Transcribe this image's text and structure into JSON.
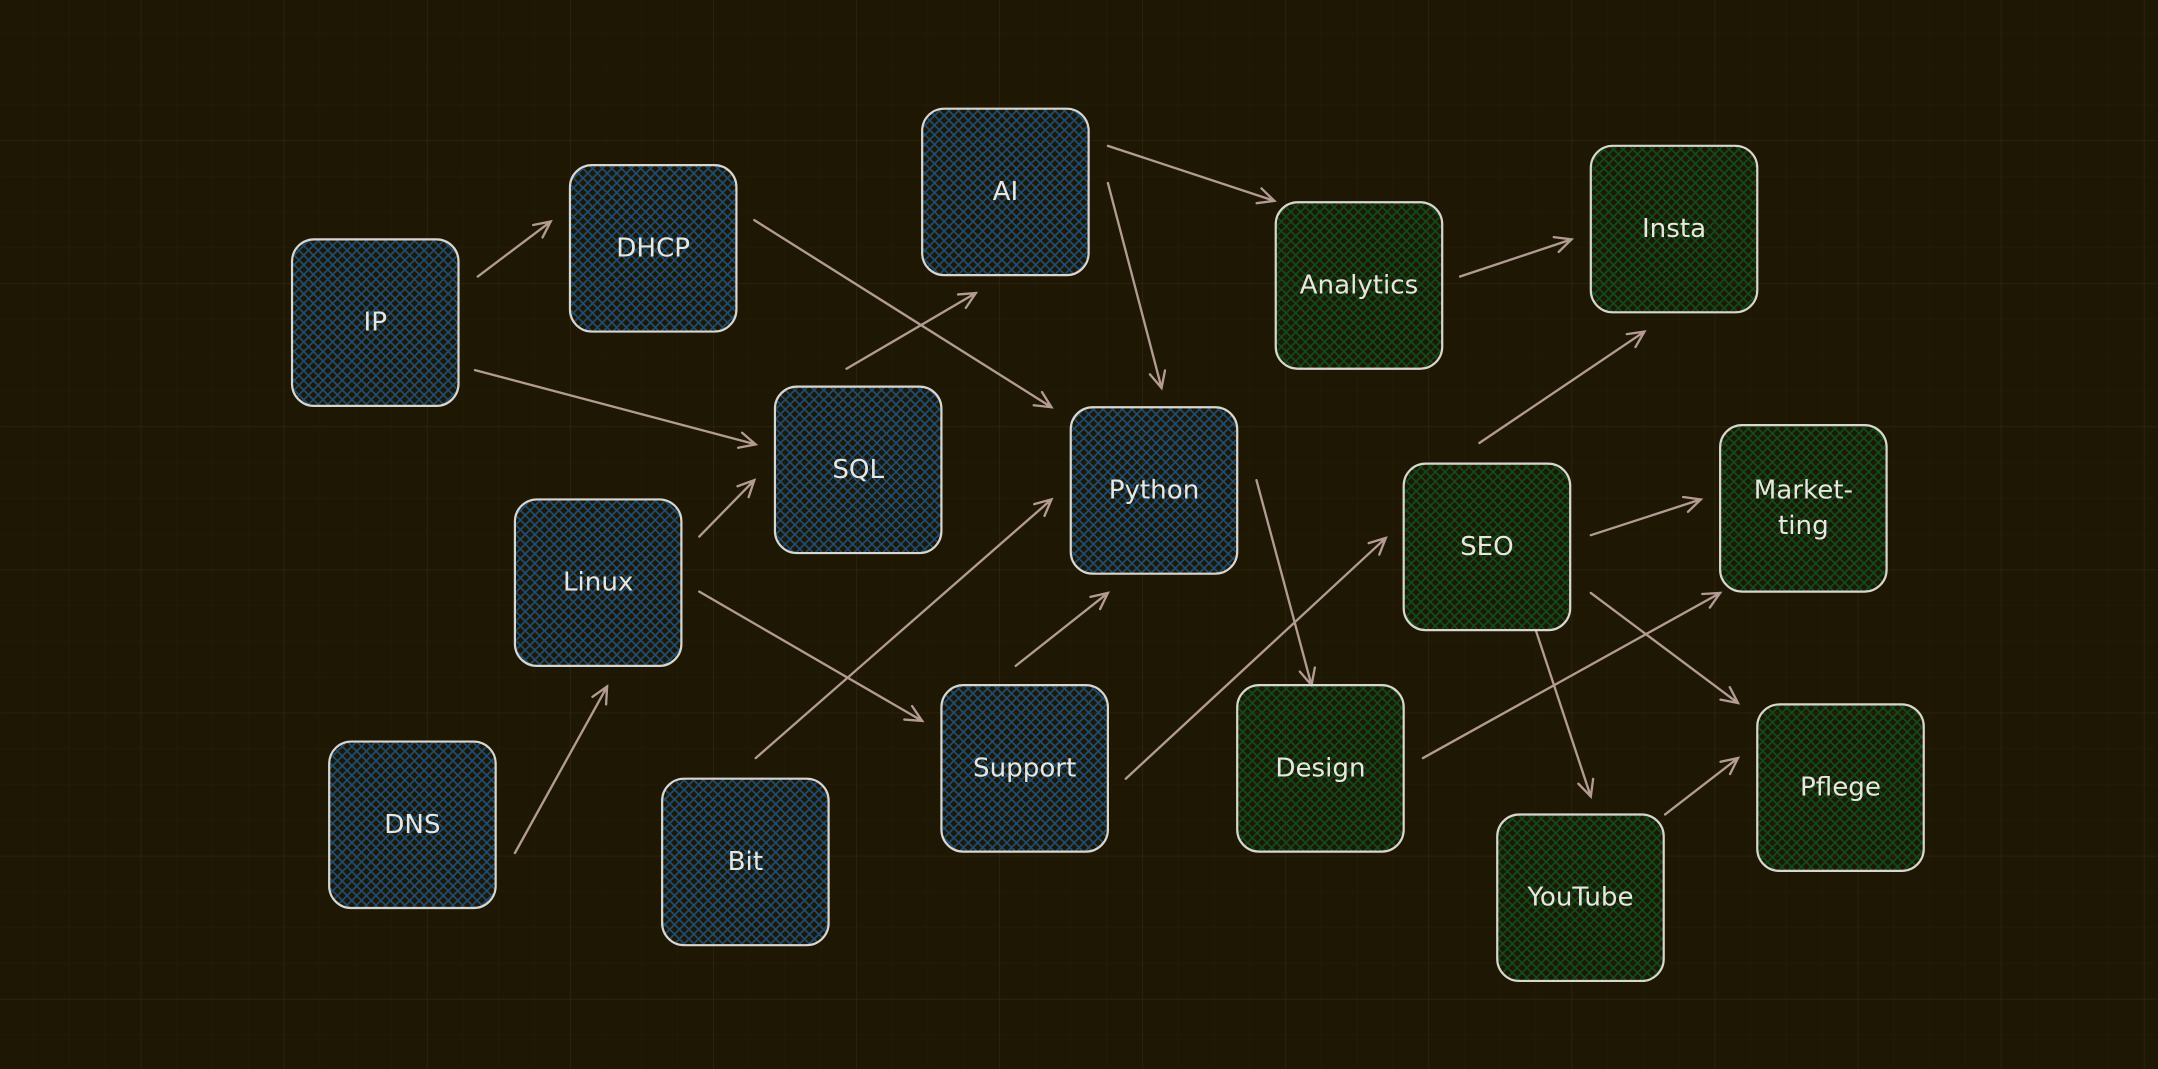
{
  "colors": {
    "background": "#1d1704",
    "grid": "#2e2410",
    "blue_fill": "#1c4a6e",
    "green_fill": "#0f4a1a",
    "stroke": "#d9d6cf",
    "arrow": "#b39b94"
  },
  "nodes": [
    {
      "id": "ip",
      "label": "IP",
      "group": "blue"
    },
    {
      "id": "dhcp",
      "label": "DHCP",
      "group": "blue"
    },
    {
      "id": "ai",
      "label": "AI",
      "group": "blue"
    },
    {
      "id": "analytics",
      "label": "Analytics",
      "group": "green"
    },
    {
      "id": "insta",
      "label": "Insta",
      "group": "green"
    },
    {
      "id": "sql",
      "label": "SQL",
      "group": "blue"
    },
    {
      "id": "python",
      "label": "Python",
      "group": "blue"
    },
    {
      "id": "linux",
      "label": "Linux",
      "group": "blue"
    },
    {
      "id": "seo",
      "label": "SEO",
      "group": "green"
    },
    {
      "id": "marketing",
      "label": "Market-\nting",
      "group": "green"
    },
    {
      "id": "dns",
      "label": "DNS",
      "group": "blue"
    },
    {
      "id": "bit",
      "label": "Bit",
      "group": "blue"
    },
    {
      "id": "support",
      "label": "Support",
      "group": "blue"
    },
    {
      "id": "design",
      "label": "Design",
      "group": "green"
    },
    {
      "id": "youtube",
      "label": "YouTube",
      "group": "green"
    },
    {
      "id": "pflege",
      "label": "Pflege",
      "group": "green"
    }
  ],
  "edges": [
    {
      "from": "ip",
      "to": "dhcp"
    },
    {
      "from": "ip",
      "to": "sql"
    },
    {
      "from": "dhcp",
      "to": "python"
    },
    {
      "from": "sql",
      "to": "ai"
    },
    {
      "from": "ai",
      "to": "analytics"
    },
    {
      "from": "ai",
      "to": "python"
    },
    {
      "from": "linux",
      "to": "sql"
    },
    {
      "from": "linux",
      "to": "support"
    },
    {
      "from": "dns",
      "to": "linux"
    },
    {
      "from": "bit",
      "to": "python"
    },
    {
      "from": "support",
      "to": "python"
    },
    {
      "from": "support",
      "to": "seo"
    },
    {
      "from": "python",
      "to": "design"
    },
    {
      "from": "analytics",
      "to": "insta"
    },
    {
      "from": "seo",
      "to": "insta"
    },
    {
      "from": "seo",
      "to": "marketing"
    },
    {
      "from": "seo",
      "to": "pflege"
    },
    {
      "from": "seo",
      "to": "youtube"
    },
    {
      "from": "design",
      "to": "marketing"
    },
    {
      "from": "youtube",
      "to": "pflege"
    }
  ]
}
